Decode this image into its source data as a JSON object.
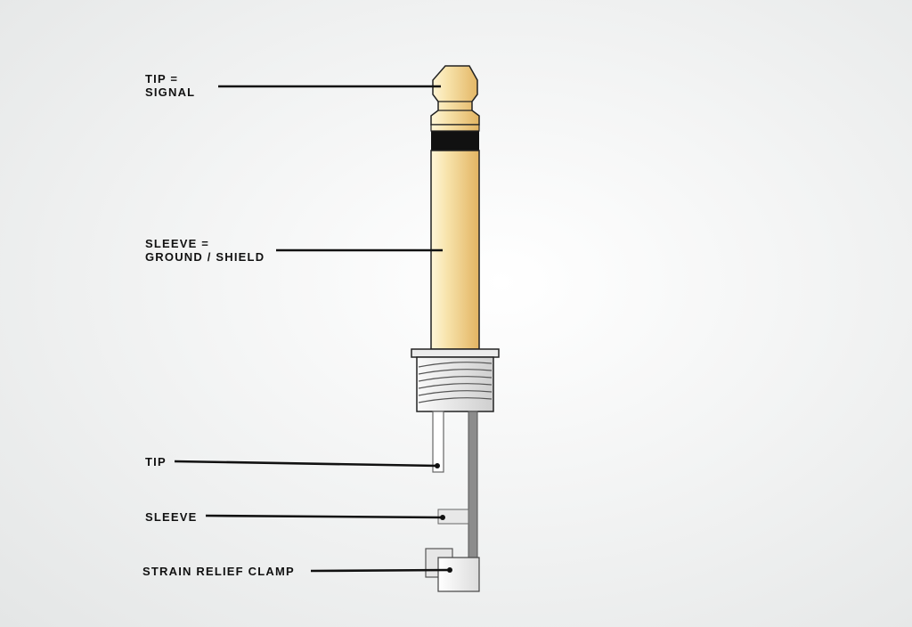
{
  "labels": {
    "tip_signal": {
      "line1": "TIP =",
      "line2": "SIGNAL"
    },
    "sleeve_ground": {
      "line1": "SLEEVE =",
      "line2": "GROUND / SHIELD"
    },
    "tip_terminal": "TIP",
    "sleeve_terminal": "SLEEVE",
    "strain_relief": "STRAIN RELIEF CLAMP"
  },
  "colors": {
    "gold_light": "#f8e7b6",
    "gold_dark": "#e1b865",
    "insulator": "#111111",
    "leader_line": "#111111",
    "thread_light": "#f2f2f2",
    "thread_dark": "#bdbdbd",
    "terminal_grey": "#8c8c8c"
  }
}
